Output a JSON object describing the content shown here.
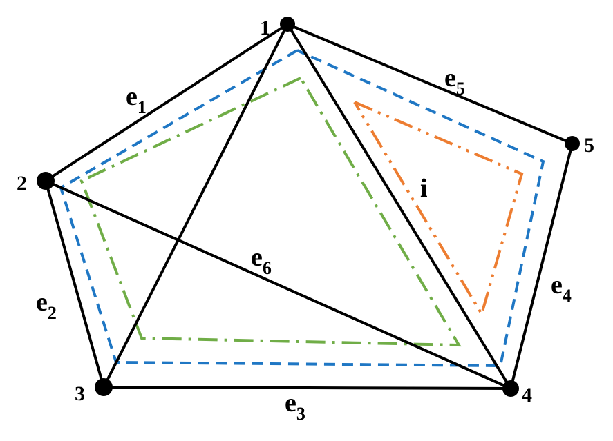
{
  "nodes": [
    {
      "id": "1",
      "label": "1"
    },
    {
      "id": "2",
      "label": "2"
    },
    {
      "id": "3",
      "label": "3"
    },
    {
      "id": "4",
      "label": "4"
    },
    {
      "id": "5",
      "label": "5"
    }
  ],
  "edges": [
    {
      "id": "e1",
      "from": "1",
      "to": "2",
      "letter": "e",
      "sub": "1"
    },
    {
      "id": "e2",
      "from": "2",
      "to": "3",
      "letter": "e",
      "sub": "2"
    },
    {
      "id": "e3",
      "from": "3",
      "to": "4",
      "letter": "e",
      "sub": "3"
    },
    {
      "id": "e4",
      "from": "4",
      "to": "5",
      "letter": "e",
      "sub": "4"
    },
    {
      "id": "e5",
      "from": "5",
      "to": "1",
      "letter": "e",
      "sub": "5"
    },
    {
      "id": "e6",
      "from": "2",
      "to": "4",
      "letter": "e",
      "sub": "6"
    },
    {
      "id": "d13",
      "from": "1",
      "to": "3"
    },
    {
      "id": "d14",
      "from": "1",
      "to": "4"
    }
  ],
  "loops": [
    {
      "id": "outer",
      "style": "dashed",
      "color": "#1f77c4"
    },
    {
      "id": "middle",
      "style": "dash-dot",
      "color": "#70ad47"
    },
    {
      "id": "inner",
      "style": "dash-dot-dot",
      "color": "#ed7d31",
      "label": "i"
    }
  ]
}
